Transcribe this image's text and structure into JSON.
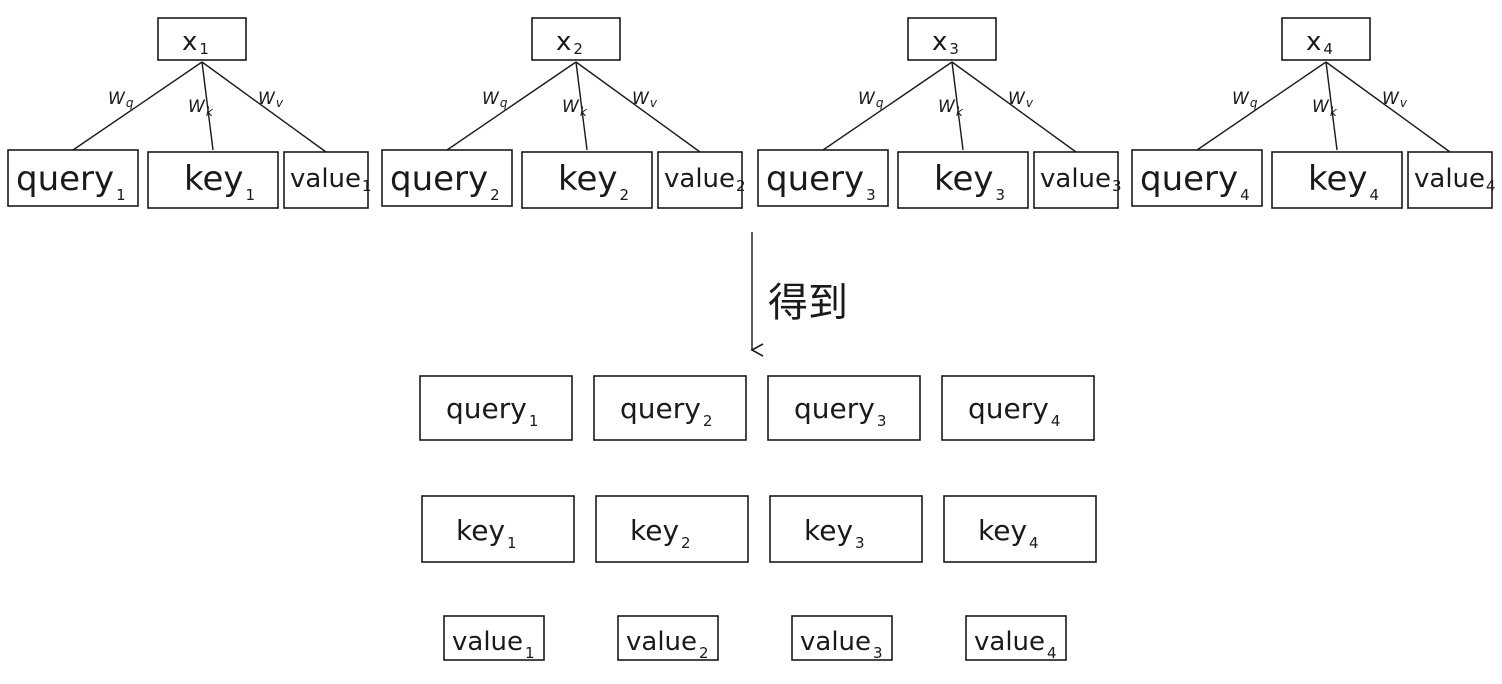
{
  "inputs": [
    {
      "base": "x",
      "sub": "1"
    },
    {
      "base": "x",
      "sub": "2"
    },
    {
      "base": "x",
      "sub": "3"
    },
    {
      "base": "x",
      "sub": "4"
    }
  ],
  "weights": {
    "q": {
      "base": "W",
      "sub": "q"
    },
    "k": {
      "base": "W",
      "sub": "k"
    },
    "v": {
      "base": "W",
      "sub": "v"
    }
  },
  "vector_names": {
    "query": "query",
    "key": "key",
    "value": "value"
  },
  "arrow_label": "得到",
  "result_rows": [
    "query",
    "key",
    "value"
  ]
}
